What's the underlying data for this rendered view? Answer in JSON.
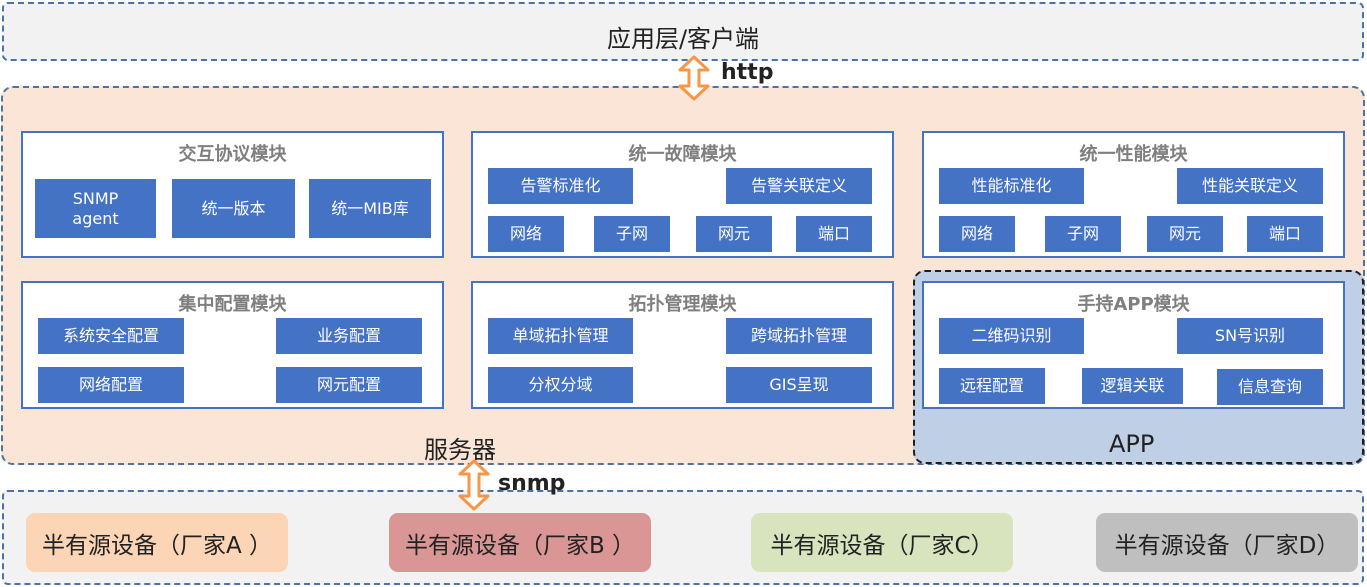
{
  "client_layer": {
    "title": "应用层/客户端"
  },
  "protocols": {
    "http": "http",
    "snmp": "snmp"
  },
  "server_layer": {
    "title": "服务器",
    "interaction_module": {
      "title": "交互协议模块",
      "items": [
        "SNMP\nagent",
        "统一版本",
        "统一MIB库"
      ]
    },
    "fault_module": {
      "title": "统一故障模块",
      "top_items": [
        "告警标准化",
        "告警关联定义"
      ],
      "bottom_items": [
        "网络",
        "子网",
        "网元",
        "端口"
      ]
    },
    "performance_module": {
      "title": "统一性能模块",
      "top_items": [
        "性能标准化",
        "性能关联定义"
      ],
      "bottom_items": [
        "网络",
        "子网",
        "网元",
        "端口"
      ]
    },
    "config_module": {
      "title": "集中配置模块",
      "items": [
        "系统安全配置",
        "业务配置",
        "网络配置",
        "网元配置"
      ]
    },
    "topology_module": {
      "title": "拓扑管理模块",
      "items": [
        "单域拓扑管理",
        "跨域拓扑管理",
        "分权分域",
        "GIS呈现"
      ]
    }
  },
  "app_layer": {
    "title": "APP",
    "handheld_module": {
      "title": "手持APP模块",
      "top_items": [
        "二维码识别",
        "SN号识别"
      ],
      "bottom_items": [
        "远程配置",
        "逻辑关联",
        "信息查询"
      ]
    }
  },
  "devices": [
    {
      "label": "半有源设备（厂家A ）",
      "color": "#fbd5b5"
    },
    {
      "label": "半有源设备（厂家B ）",
      "color": "#d99694"
    },
    {
      "label": "半有源设备（厂家C）",
      "color": "#d7e4bd"
    },
    {
      "label": "半有源设备（厂家D）",
      "color": "#bfbfbf"
    }
  ],
  "colors": {
    "module_blue": "#4472c4",
    "arrow_orange": "#f79646",
    "dash_border": "#4a74a8"
  }
}
